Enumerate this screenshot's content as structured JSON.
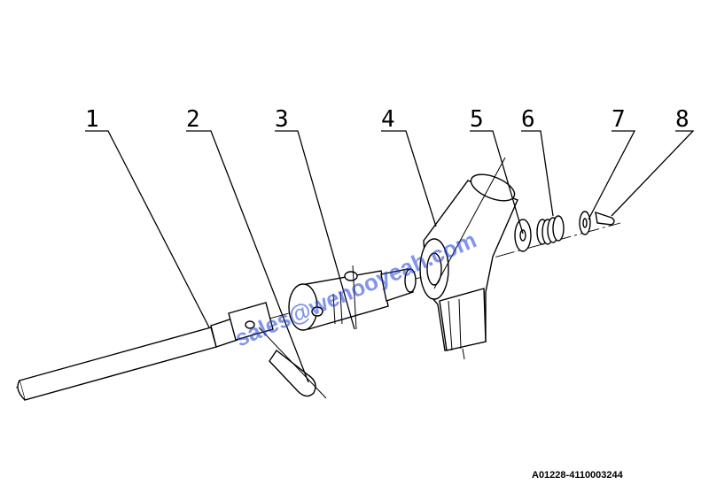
{
  "callouts": [
    {
      "id": "1",
      "label": "1"
    },
    {
      "id": "2",
      "label": "2"
    },
    {
      "id": "3",
      "label": "3"
    },
    {
      "id": "4",
      "label": "4"
    },
    {
      "id": "5",
      "label": "5"
    },
    {
      "id": "6",
      "label": "6"
    },
    {
      "id": "7",
      "label": "7"
    },
    {
      "id": "8",
      "label": "8"
    }
  ],
  "drawing_code": "A01228-4110003244",
  "watermark": "sales@wenooyeah.com"
}
